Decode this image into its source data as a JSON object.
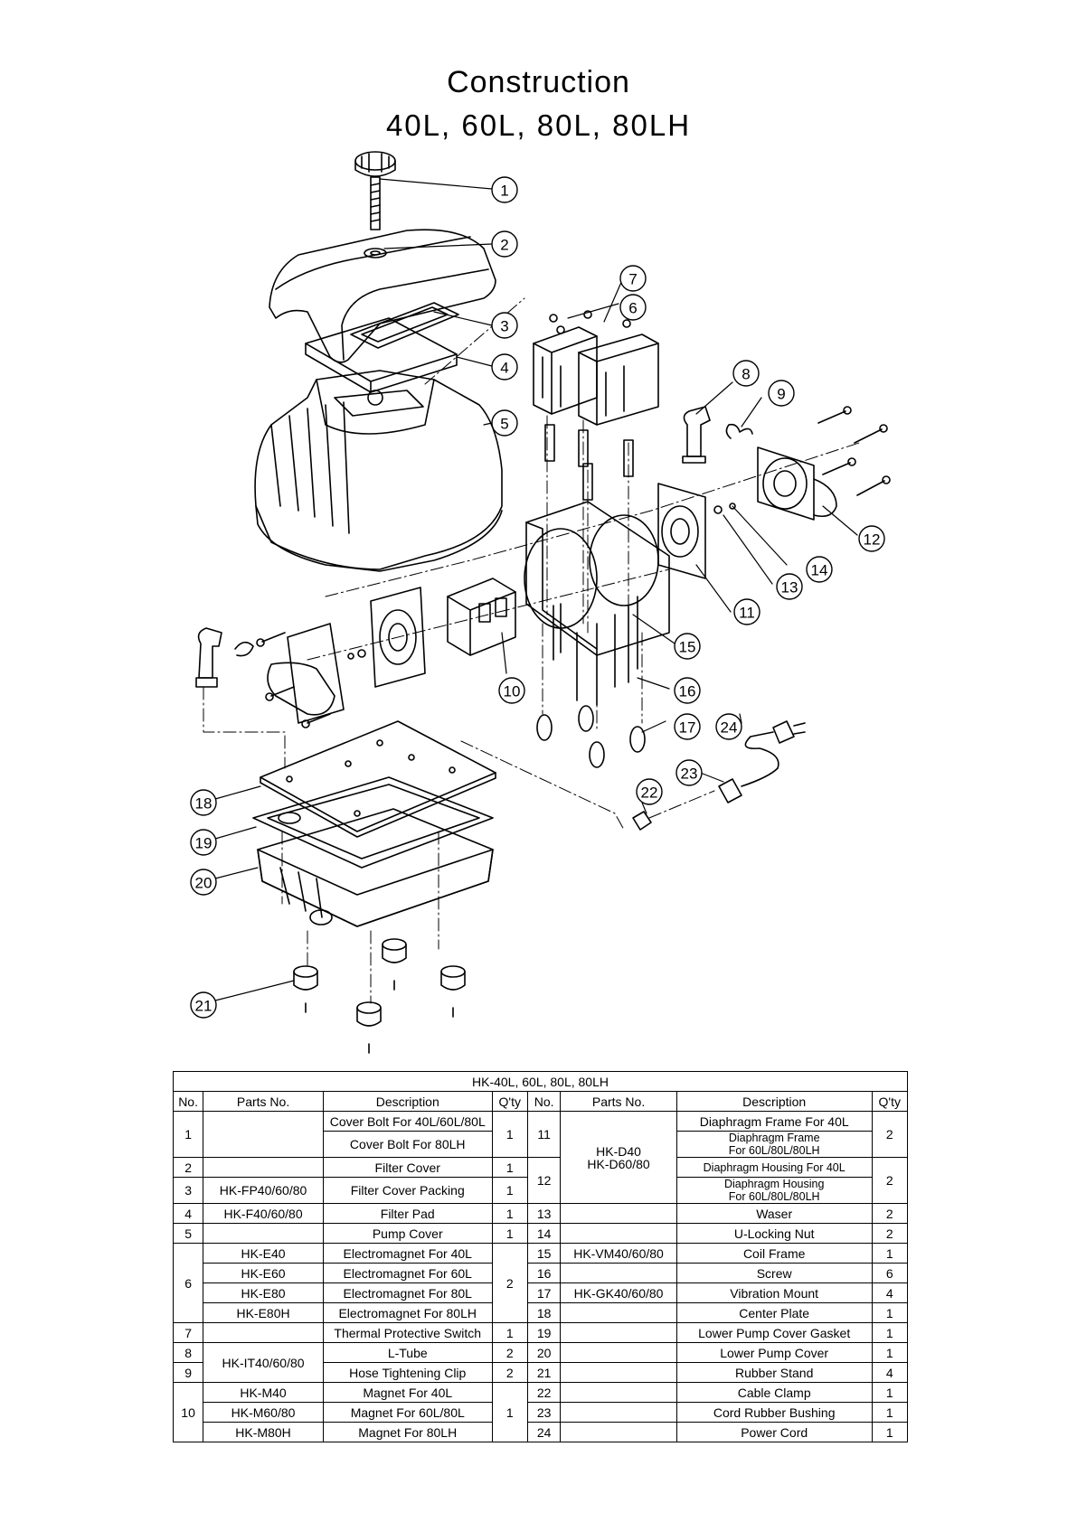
{
  "title": {
    "line1": "Construction",
    "line2": "40L, 60L, 80L, 80LH"
  },
  "diagram": {
    "callouts": [
      "1",
      "2",
      "3",
      "4",
      "5",
      "6",
      "7",
      "8",
      "9",
      "10",
      "11",
      "12",
      "13",
      "14",
      "15",
      "16",
      "17",
      "18",
      "19",
      "20",
      "21",
      "22",
      "23",
      "24"
    ]
  },
  "table": {
    "caption": "HK-40L, 60L, 80L, 80LH",
    "headers": {
      "no": "No.",
      "parts_no": "Parts No.",
      "description": "Description",
      "qty": "Q'ty",
      "no_r": "No.",
      "parts_no_r": "Parts No.",
      "description_r": "Description",
      "qty_r": "Q'ty"
    },
    "left": {
      "r1_no": "1",
      "r1a_desc": "Cover Bolt For 40L/60L/80L",
      "r1b_desc": "Cover Bolt For 80LH",
      "r1_qty": "1",
      "r2_no": "2",
      "r2_desc": "Filter Cover",
      "r2_qty": "1",
      "r3_no": "3",
      "r3_pn": "HK-FP40/60/80",
      "r3_desc": "Filter Cover Packing",
      "r3_qty": "1",
      "r4_no": "4",
      "r4_pn": "HK-F40/60/80",
      "r4_desc": "Filter Pad",
      "r4_qty": "1",
      "r5_no": "5",
      "r5_desc": "Pump Cover",
      "r5_qty": "1",
      "r6_no": "6",
      "r6a_pn": "HK-E40",
      "r6a_desc": "Electromagnet For 40L",
      "r6b_pn": "HK-E60",
      "r6b_desc": "Electromagnet For 60L",
      "r6c_pn": "HK-E80",
      "r6c_desc": "Electromagnet For 80L",
      "r6d_pn": "HK-E80H",
      "r6d_desc": "Electromagnet For 80LH",
      "r6_qty": "2",
      "r7_no": "7",
      "r7_desc": "Thermal Protective Switch",
      "r7_qty": "1",
      "r8_no": "8",
      "r8_desc": "L-Tube",
      "r8_qty": "2",
      "r9_no": "9",
      "r9_desc": "Hose Tightening Clip",
      "r9_qty": "2",
      "r89_pn": "HK-IT40/60/80",
      "r10_no": "10",
      "r10a_pn": "HK-M40",
      "r10a_desc": "Magnet For 40L",
      "r10b_pn": "HK-M60/80",
      "r10b_desc": "Magnet For 60L/80L",
      "r10c_pn": "HK-M80H",
      "r10c_desc": "Magnet For 80LH",
      "r10_qty": "1"
    },
    "right": {
      "r11_no": "11",
      "r11a_desc": "Diaphragm Frame For 40L",
      "r11b_desc1": "Diaphragm Frame",
      "r11b_desc2": "For 60L/80L/80LH",
      "r11_qty": "2",
      "r1112_pn1": "HK-D40",
      "r1112_pn2": "HK-D60/80",
      "r12_no": "12",
      "r12a_desc": "Diaphragm Housing For 40L",
      "r12b_desc1": "Diaphragm Housing",
      "r12b_desc2": "For 60L/80L/80LH",
      "r12_qty": "2",
      "r13_no": "13",
      "r13_desc": "Waser",
      "r13_qty": "2",
      "r14_no": "14",
      "r14_desc": "U-Locking Nut",
      "r14_qty": "2",
      "r15_no": "15",
      "r15_pn": "HK-VM40/60/80",
      "r15_desc": "Coil Frame",
      "r15_qty": "1",
      "r16_no": "16",
      "r16_desc": "Screw",
      "r16_qty": "6",
      "r17_no": "17",
      "r17_pn": "HK-GK40/60/80",
      "r17_desc": "Vibration Mount",
      "r17_qty": "4",
      "r18_no": "18",
      "r18_desc": "Center Plate",
      "r18_qty": "1",
      "r19_no": "19",
      "r19_desc": "Lower Pump Cover Gasket",
      "r19_qty": "1",
      "r20_no": "20",
      "r20_desc": "Lower Pump Cover",
      "r20_qty": "1",
      "r21_no": "21",
      "r21_desc": "Rubber Stand",
      "r21_qty": "4",
      "r22_no": "22",
      "r22_desc": "Cable Clamp",
      "r22_qty": "1",
      "r23_no": "23",
      "r23_desc": "Cord Rubber Bushing",
      "r23_qty": "1",
      "r24_no": "24",
      "r24_desc": "Power Cord",
      "r24_qty": "1"
    }
  }
}
